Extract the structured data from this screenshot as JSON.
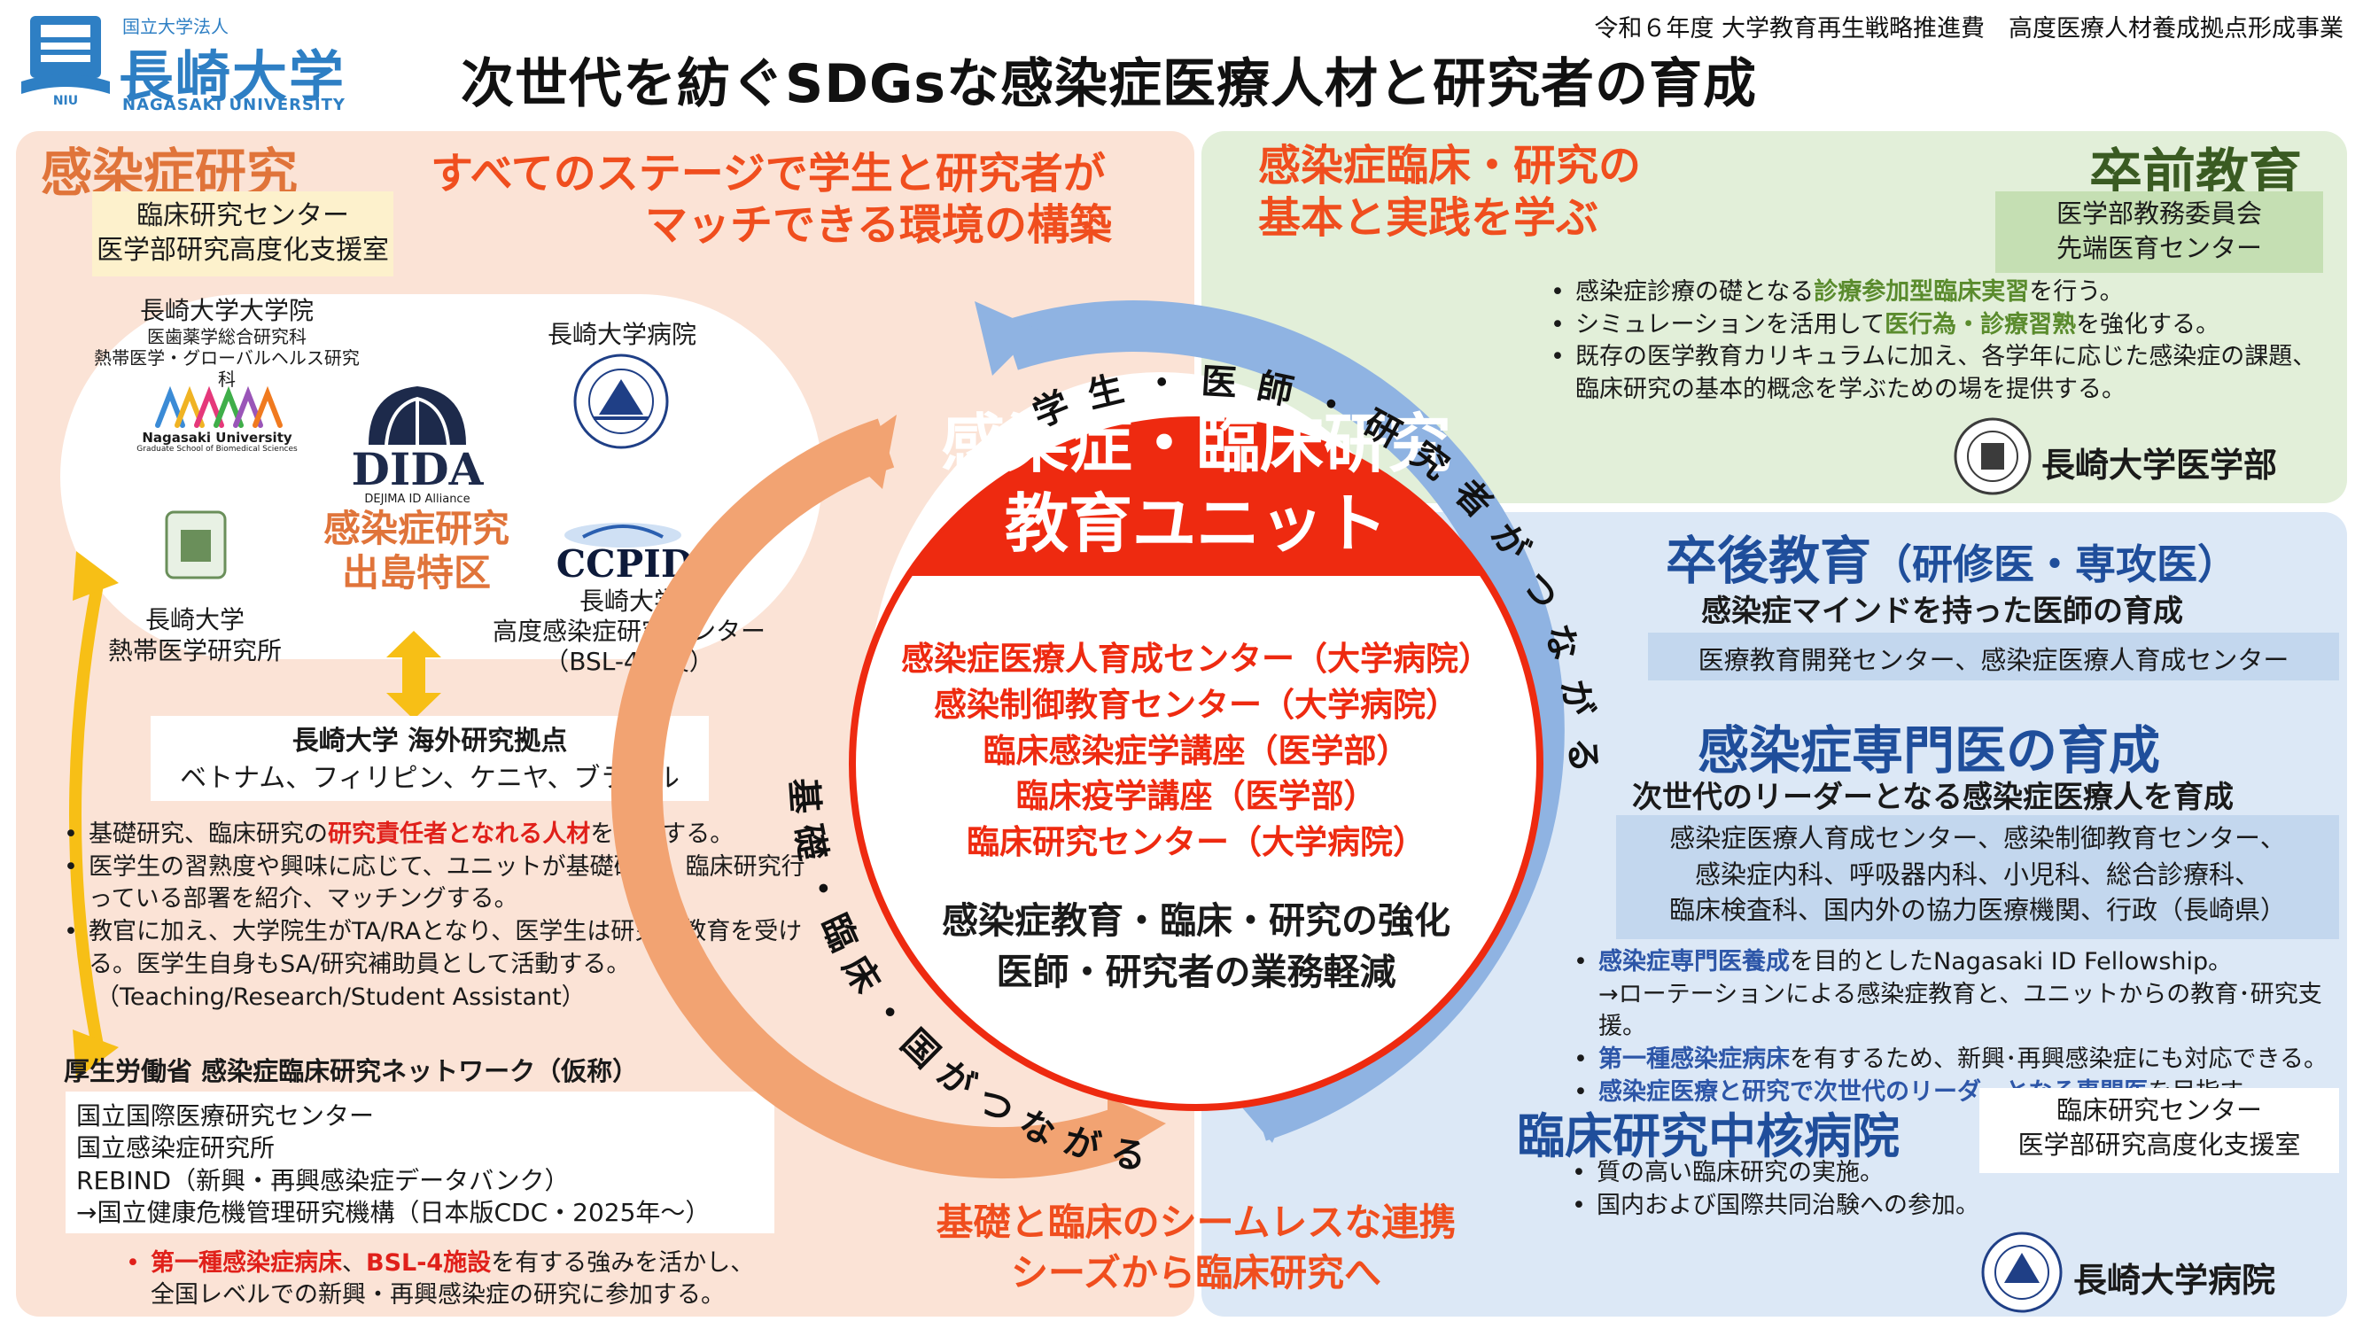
{
  "header": {
    "program": "令和６年度 大学教育再生戦略推進費　高度医療人材養成拠点形成事業",
    "title": "次世代を紡ぐSDGsな感染症医療人材と研究者の育成",
    "university_prefix": "国立大学法人",
    "university_name": "長崎大学",
    "university_en": "NAGASAKI UNIVERSITY"
  },
  "research": {
    "title": "感染症研究",
    "slogan_line1": "すべてのステージで学生と研究者が",
    "slogan_line2": "マッチできる環境の構築",
    "centers_line1": "臨床研究センター",
    "centers_line2": "医学部研究高度化支援室",
    "grad_school_line1": "長崎大学大学院",
    "grad_school_line2": "医歯薬学総合研究科",
    "grad_school_line3": "熱帯医学・グローバルヘルス研究科",
    "grad_logo_line1": "Nagasaki University",
    "grad_logo_line2": "Graduate School of Biomedical Sciences",
    "hospital_label": "長崎大学病院",
    "dida": "DIDA",
    "dida_sub": "DEJIMA ID Alliance",
    "zone_line1": "感染症研究",
    "zone_line2": "出島特区",
    "ccpid": "CCPID",
    "ccpid_line1": "長崎大学",
    "ccpid_line2": "高度感染症研究センター",
    "ccpid_line3": "（BSL-4施設）",
    "tropical_line1": "長崎大学",
    "tropical_line2": "熱帯医学研究所",
    "overseas_title": "長崎大学 海外研究拠点",
    "overseas_list": "ベトナム、フィリピン、ケニヤ、ブラジル",
    "bullet1_pre": "基礎研究、臨床研究の",
    "bullet1_mark": "研究責任者となれる人材",
    "bullet1_post": "を育成する。",
    "bullet2": "医学生の習熟度や興味に応じて、ユニットが基礎研究、臨床研究行っている部署を紹介、マッチングする。",
    "bullet3": "教官に加え、大学院生がTA/RAとなり、医学生は研究の教育を受ける。医学生自身もSA/研究補助員として活動する。",
    "bullet3_note": "（Teaching/Research/Student Assistant）",
    "network_title": "厚生労働省 感染症臨床研究ネットワーク（仮称）",
    "network_line1": "国立国際医療研究センター",
    "network_line2": "国立感染症研究所",
    "network_line3": "REBIND（新興・再興感染症データバンク）",
    "network_line4": "→国立健康危機管理研究機構（日本版CDC・2025年〜）",
    "bottom_mark1": "第一種感染症病床",
    "bottom_mid": "、",
    "bottom_mark2": "BSL-4施設",
    "bottom_post": "を有する強みを活かし、",
    "bottom_line2": "全国レベルでの新興・再興感染症の研究に参加する。"
  },
  "undergrad": {
    "slogan_line1": "感染症臨床・研究の",
    "slogan_line2": "基本と実践を学ぶ",
    "title": "卒前教育",
    "org_line1": "医学部教務委員会",
    "org_line2": "先端医育センター",
    "b1_pre": "感染症診療の礎となる",
    "b1_mark": "診療参加型臨床実習",
    "b1_post": "を行う。",
    "b2_pre": "シミュレーションを活用して",
    "b2_mark": "医行為・診療習熟",
    "b2_post": "を強化する。",
    "b3_line1": "既存の医学教育カリキュラムに加え、各学年に応じた感染症の課題、",
    "b3_line2": "臨床研究の基本的概念を学ぶための場を提供する。",
    "faculty": "長崎大学医学部"
  },
  "postgrad": {
    "title": "卒後教育",
    "title_sub": "（研修医・専攻医）",
    "subtitle": "感染症マインドを持った医師の育成",
    "org": "医療教育開発センター、感染症医療人育成センター",
    "specialist_title": "感染症専門医の育成",
    "specialist_sub": "次世代のリーダーとなる感染症医療人を育成",
    "spec_org_line1": "感染症医療人育成センター、感染制御教育センター、",
    "spec_org_line2": "感染症内科、呼吸器内科、小児科、総合診療科、",
    "spec_org_line3": "臨床検査科、国内外の協力医療機関、行政（長崎県）",
    "b1_mark": "感染症専門医養成",
    "b1_post": "を目的としたNagasaki ID Fellowship。",
    "b1_line2": "→ローテーションによる感染症教育と、ユニットからの教育･研究支援。",
    "b2_mark": "第一種感染症病床",
    "b2_post": "を有するため、新興･再興感染症にも対応できる。",
    "b3_mark": "感染症医療と研究で次世代のリーダーとなる専門医",
    "b3_post": "を目指す。",
    "core_title": "臨床研究中核病院",
    "core_org_line1": "臨床研究センター",
    "core_org_line2": "医学部研究高度化支援室",
    "core_b1": "質の高い臨床研究の実施。",
    "core_b2": "国内および国際共同治験への参加。",
    "hospital": "長崎大学病院"
  },
  "center": {
    "title_line1": "感染症・臨床研究",
    "title_line2": "教育ユニット",
    "member1": "感染症医療人育成センター（大学病院）",
    "member2": "感染制御教育センター（大学病院）",
    "member3": "臨床感染症学講座（医学部）",
    "member4": "臨床疫学講座（医学部）",
    "member5": "臨床研究センター（大学病院）",
    "goal_line1": "感染症教育・臨床・研究の強化",
    "goal_line2": "医師・研究者の業務軽減",
    "arc_right": "学生・医師・研究者がつながる",
    "arc_left": "基礎・臨床・国がつながる",
    "bottom_line1": "基礎と臨床のシームレスな連携",
    "bottom_line2": "シーズから臨床研究へ"
  },
  "colors": {
    "research_bg": "#fbe3d6",
    "undergrad_bg": "#e2efd9",
    "postgrad_bg": "#dce8f6",
    "unit_red": "#ee2a10",
    "arrow_blue": "#8fb3e2",
    "arrow_orange": "#f2a372",
    "arrow_yellow": "#f7bf16"
  }
}
